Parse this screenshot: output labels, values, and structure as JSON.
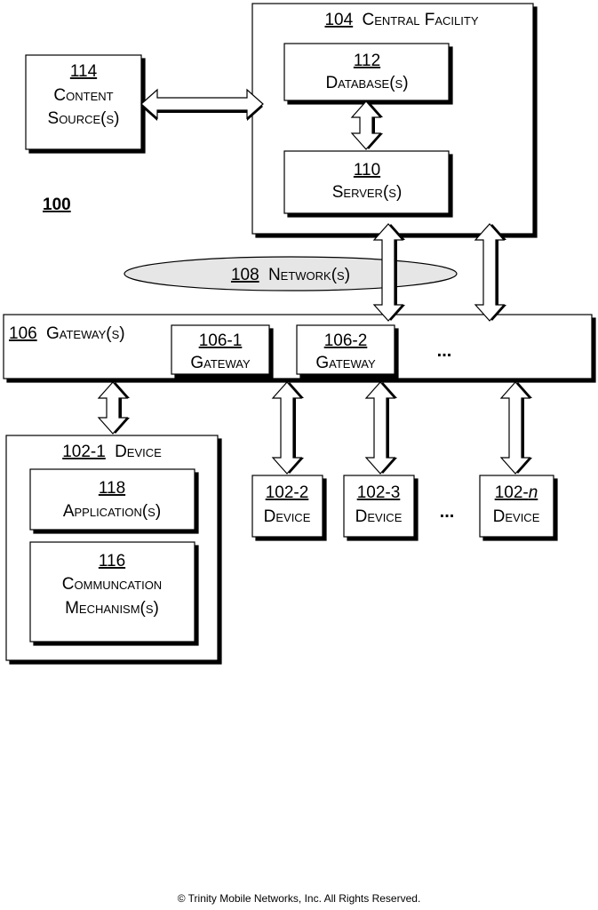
{
  "figure_number": "100",
  "central_facility": {
    "ref": "104",
    "label": "Central Facility"
  },
  "database": {
    "ref": "112",
    "label": "Database(s)"
  },
  "server": {
    "ref": "110",
    "label": "Server(s)"
  },
  "content_source": {
    "ref": "114",
    "line1": "Content",
    "line2": "Source(s)"
  },
  "network": {
    "ref": "108",
    "label": "Network(s)"
  },
  "gateways": {
    "ref": "106",
    "label": "Gateway(s)",
    "items": [
      {
        "ref": "106-1",
        "label": "Gateway"
      },
      {
        "ref": "106-2",
        "label": "Gateway"
      }
    ],
    "ellipsis": "..."
  },
  "device_1": {
    "ref": "102-1",
    "label": "Device"
  },
  "application": {
    "ref": "118",
    "label": "Application(s)"
  },
  "communication": {
    "ref": "116",
    "line1": "Communcation",
    "line2": "Mechanism(s)"
  },
  "devices": [
    {
      "ref": "102-2",
      "label": "Device"
    },
    {
      "ref": "102-3",
      "label": "Device"
    },
    {
      "ref_prefix": "102-",
      "ref_suffix": "n",
      "label": "Device"
    }
  ],
  "devices_ellipsis": "...",
  "footer": "© Trinity Mobile Networks, Inc.  All Rights Reserved.",
  "colors": {
    "box_fill": "#ffffff",
    "shadow": "#000000",
    "ellipse_fill": "#e6e6e6"
  }
}
